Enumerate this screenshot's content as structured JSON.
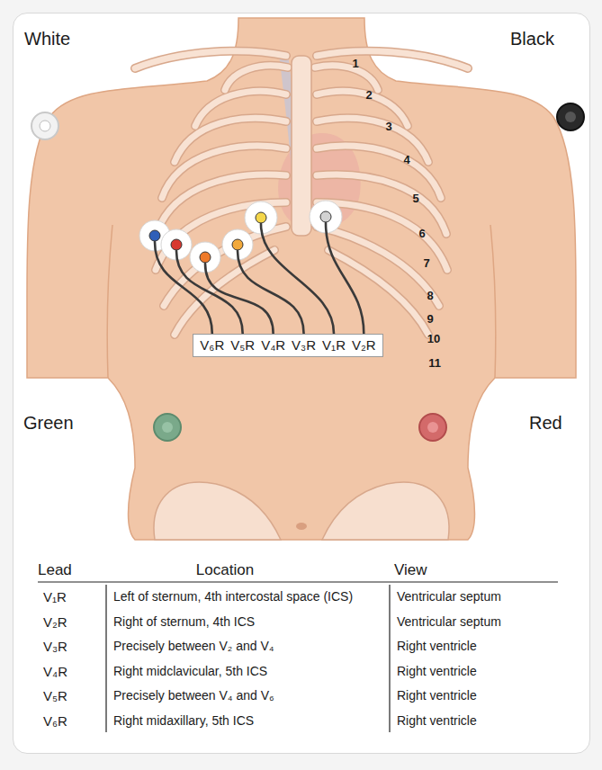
{
  "diagram": {
    "nodes": [
      {
        "text": [
          "V₆R",
          "V₅R",
          "V₄R",
          "V₃R",
          "V₁R",
          "V₂R"
        ]
      }
    ],
    "labels": [
      "White",
      "Black",
      "Green",
      "Red",
      "1",
      "2",
      "3",
      "4",
      "5",
      "6",
      "7",
      "8",
      "9",
      "10",
      "11",
      "Lead",
      "Location",
      "View",
      "V₁R",
      "Left of sternum, 4th intercostal space (ICS)",
      "Ventricular septum",
      "V₂R",
      "Right of sternum, 4th ICS",
      "Ventricular septum",
      "V₃R",
      "Precisely between V₂ and V₄",
      "Right ventricle",
      "V₄R",
      "Right midclavicular, 5th ICS",
      "Right ventricle",
      "V₅R",
      "Precisely between V₄ and V₆",
      "Right ventricle",
      "V₆R",
      "Right midaxillary, 5th ICS",
      "Right ventricle"
    ]
  }
}
